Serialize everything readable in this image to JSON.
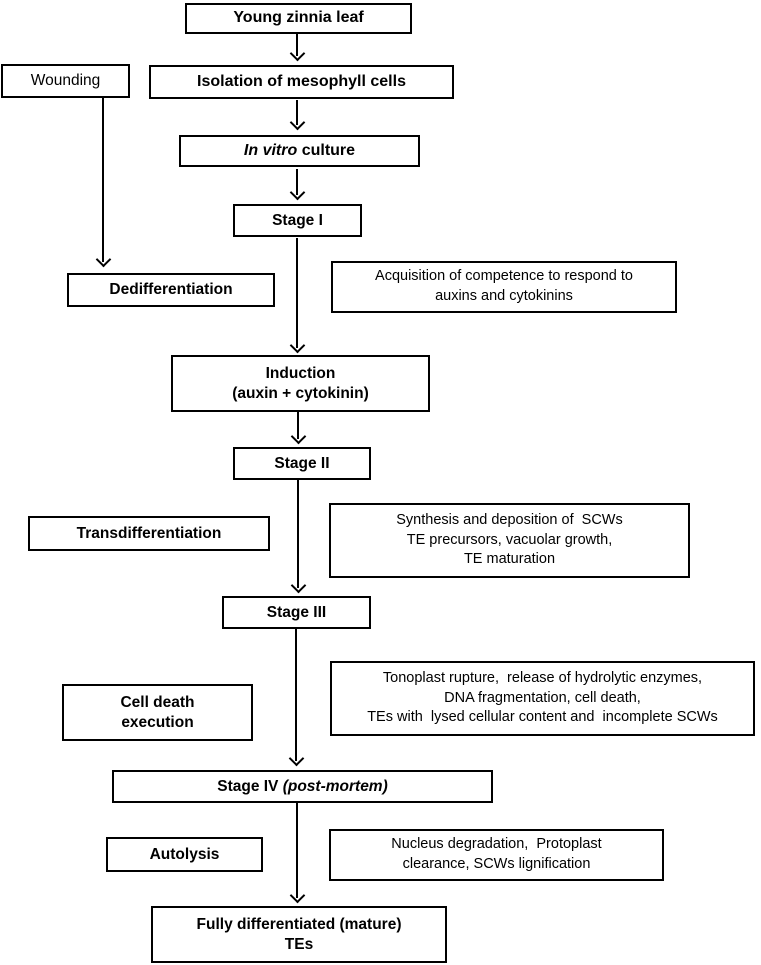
{
  "figure": {
    "type": "flowchart",
    "subject": "Zinnia mesophyll cell transdifferentiation into tracheary elements (TEs)",
    "colors": {
      "border": "#000000",
      "text": "#000000",
      "background": "#ffffff"
    }
  },
  "nodes": {
    "young_leaf": {
      "label": "Young zinnia leaf"
    },
    "wounding": {
      "label": "Wounding"
    },
    "isolation": {
      "label": "Isolation of mesophyll cells"
    },
    "invitro": {
      "italic": "In vitro",
      "rest": " culture"
    },
    "stage1": {
      "label": "Stage I"
    },
    "dediff": {
      "label": "Dedifferentiation"
    },
    "acquisition": {
      "line1": "Acquisition of competence to respond to",
      "line2": "auxins and cytokinins"
    },
    "induction": {
      "line1": "Induction",
      "line2": "(auxin + cytokinin)"
    },
    "stage2": {
      "label": "Stage II"
    },
    "transdiff": {
      "label": "Transdifferentiation"
    },
    "synthesis": {
      "line1": "Synthesis and deposition of  SCWs",
      "line2": "TE precursors, vacuolar growth,",
      "line3": "TE maturation"
    },
    "stage3": {
      "label": "Stage III"
    },
    "celldeath": {
      "line1": "Cell death",
      "line2": "execution"
    },
    "tonoplast": {
      "line1": "Tonoplast rupture,  release of hydrolytic enzymes,",
      "line2": "DNA fragmentation, cell death,",
      "line3": "TEs with  lysed cellular content and  incomplete SCWs"
    },
    "stage4": {
      "prefix": "Stage IV ",
      "italic": "(post-mortem)"
    },
    "autolysis": {
      "label": "Autolysis"
    },
    "nucleus": {
      "line1": "Nucleus degradation,  Protoplast",
      "line2": "clearance, SCWs lignification"
    },
    "mature": {
      "line1": "Fully differentiated (mature)",
      "line2": "TEs"
    }
  }
}
